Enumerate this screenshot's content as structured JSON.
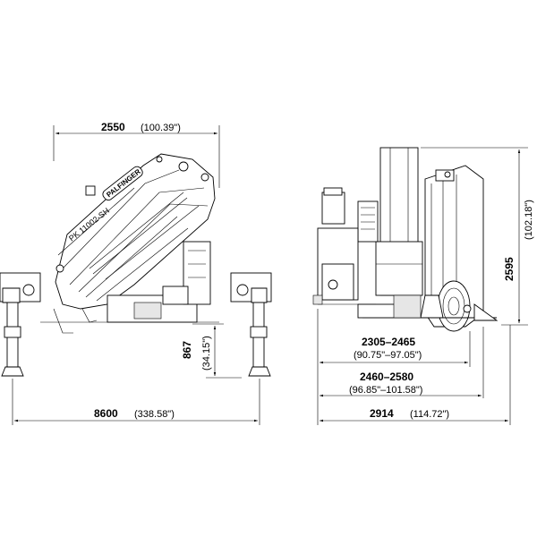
{
  "brand": "PALFINGER",
  "model": "PK 11002-SH",
  "dimensions": {
    "top_width": {
      "value": "2550",
      "imperial": "(100.39\")"
    },
    "total_width": {
      "value": "8600",
      "imperial": "(338.58\")"
    },
    "base_height": {
      "value": "867",
      "imperial": "(34.15\")"
    },
    "total_height": {
      "value": "2595",
      "imperial": "(102.18\")"
    },
    "range_1": {
      "value": "2305–2465",
      "imperial": "(90.75\"–97.05\")"
    },
    "range_2": {
      "value": "2460–2580",
      "imperial": "(96.85\"–101.58\")"
    },
    "length": {
      "value": "2914",
      "imperial": "(114.72\")"
    }
  }
}
